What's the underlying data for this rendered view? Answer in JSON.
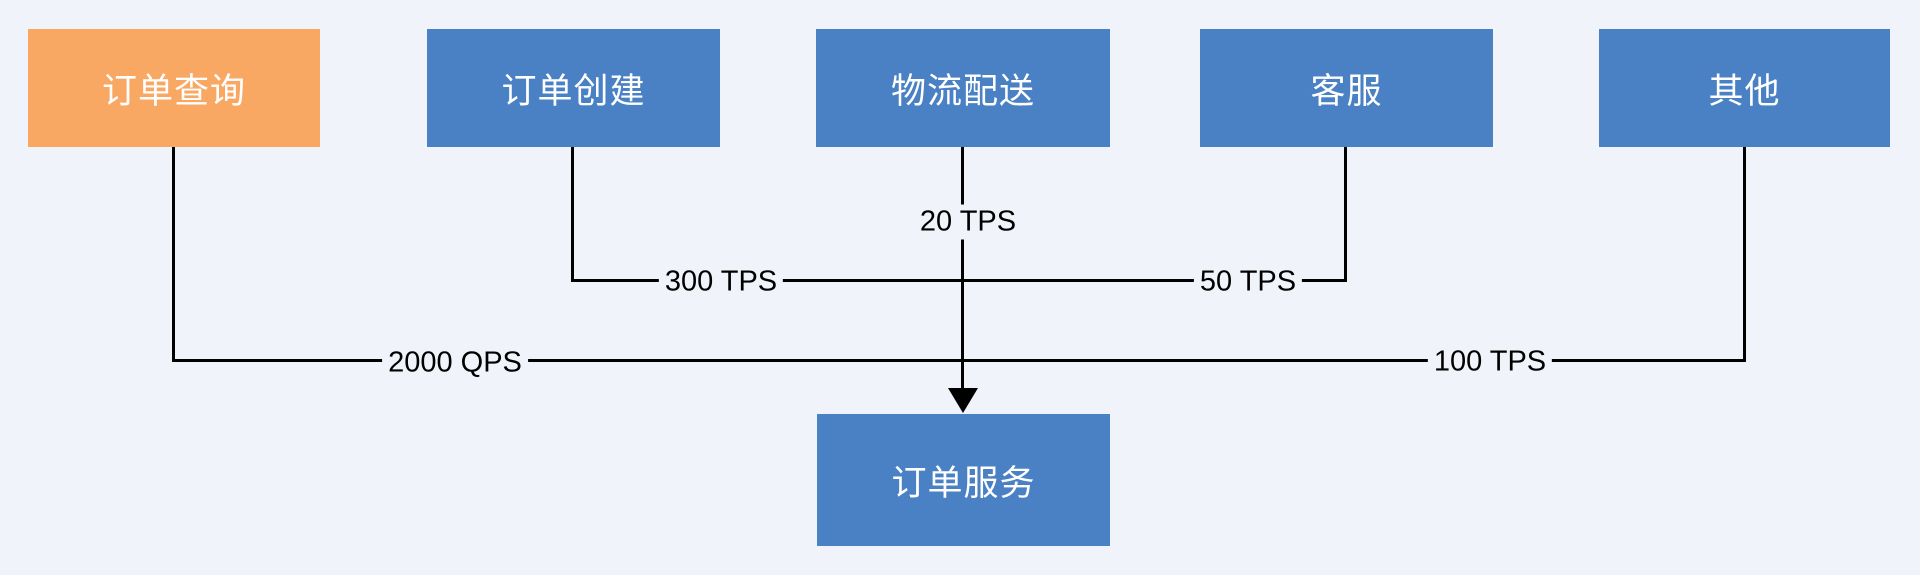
{
  "diagram": {
    "colors": {
      "background": "#f0f3f9",
      "node_blue": "#4a80c4",
      "node_orange": "#f8a863",
      "node_text": "#ffffff",
      "connector": "#000000",
      "edge_label_text": "#000000"
    },
    "nodes": [
      {
        "id": "order-query",
        "label": "订单查询",
        "fill": "#f8a863"
      },
      {
        "id": "order-create",
        "label": "订单创建",
        "fill": "#4a80c4"
      },
      {
        "id": "logistics-delivery",
        "label": "物流配送",
        "fill": "#4a80c4"
      },
      {
        "id": "customer-service",
        "label": "客服",
        "fill": "#4a80c4"
      },
      {
        "id": "other",
        "label": "其他",
        "fill": "#4a80c4"
      },
      {
        "id": "order-service",
        "label": "订单服务",
        "fill": "#4a80c4"
      }
    ],
    "edges": [
      {
        "from": "order-query",
        "to": "order-service",
        "label": "2000 QPS"
      },
      {
        "from": "order-create",
        "to": "order-service",
        "label": "300 TPS"
      },
      {
        "from": "logistics-delivery",
        "to": "order-service",
        "label": "20 TPS"
      },
      {
        "from": "customer-service",
        "to": "order-service",
        "label": "50 TPS"
      },
      {
        "from": "other",
        "to": "order-service",
        "label": "100 TPS"
      }
    ]
  }
}
